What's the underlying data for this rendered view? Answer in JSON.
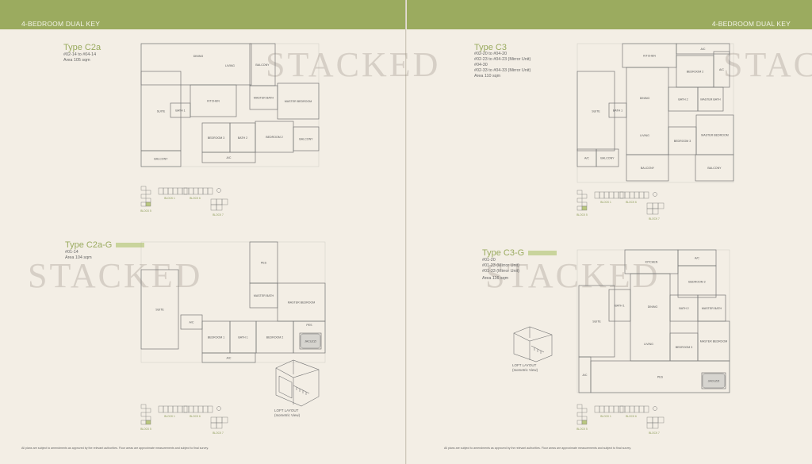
{
  "header": {
    "left_title": "4-BEDROOM DUAL KEY",
    "right_title": "4-BEDROOM DUAL KEY"
  },
  "watermark": "STACKED",
  "colors": {
    "header_green": "#9bab5f",
    "title_green": "#9aab5f",
    "badge_green": "#c9d49c",
    "background": "#f3eee5"
  },
  "units": [
    {
      "type": "Type C2a",
      "lines": [
        "#02-14 to #04-14",
        "Area 105 sqm"
      ],
      "rooms": [
        "DINING",
        "LIVING",
        "BALCONY",
        "SUITE",
        "BALCONY",
        "KITCHEN",
        "BATH 1",
        "MASTER BATH",
        "MASTER BEDROOM",
        "BEDROOM 3",
        "BATH 2",
        "BEDROOM 2",
        "BALCONY",
        "A/C"
      ]
    },
    {
      "type": "Type C2a-G",
      "lines": [
        "#01-14",
        "Area 104 sqm"
      ],
      "rooms": [
        "PES",
        "MASTER BATH",
        "MASTER BEDROOM",
        "SUITE",
        "A/C",
        "BEDROOM 1",
        "BATH 1",
        "BEDROOM 2",
        "PES",
        "JACUZZI",
        "A/C"
      ]
    },
    {
      "type": "Type C3",
      "lines": [
        "#02-20 to #04-20",
        "#02-23 to #04-23 (Mirror Unit)",
        "#04-30",
        "#02-33 to #04-33 (Mirror Unit)",
        "Area 110 sqm"
      ],
      "rooms": [
        "KITCHEN",
        "A/C",
        "BEDROOM 2",
        "A/C",
        "SUITE",
        "BATH 1",
        "DINING",
        "BATH 2",
        "MASTER BATH",
        "BEDROOM 3",
        "MASTER BEDROOM",
        "A/C",
        "BALCONY",
        "BALCONY",
        "BALCONY",
        "LIVING"
      ]
    },
    {
      "type": "Type C3-G",
      "lines": [
        "#01-20",
        "#01-23 (Mirror Unit)",
        "#01-33 (Mirror Unit)",
        "Area 116 sqm"
      ],
      "rooms": [
        "KITCHEN",
        "A/C",
        "BEDROOM 2",
        "SUITE",
        "BATH 1",
        "DINING",
        "BATH 2",
        "MASTER BATH",
        "BEDROOM 3",
        "MASTER BEDROOM",
        "A/C",
        "PES",
        "JACUZZI",
        "LIVING"
      ]
    }
  ],
  "key_plan_blocks": [
    "BLOCK 5",
    "BLOCK 1",
    "BLOCK 6",
    "BLOCK 7"
  ],
  "loft_label": {
    "line1": "LOFT LAYOUT",
    "line2": "(Isometric View)"
  },
  "footer": "All plans are subject to amendments as approved by the relevant authorities. Floor areas are approximate measurements and subject to final survey."
}
